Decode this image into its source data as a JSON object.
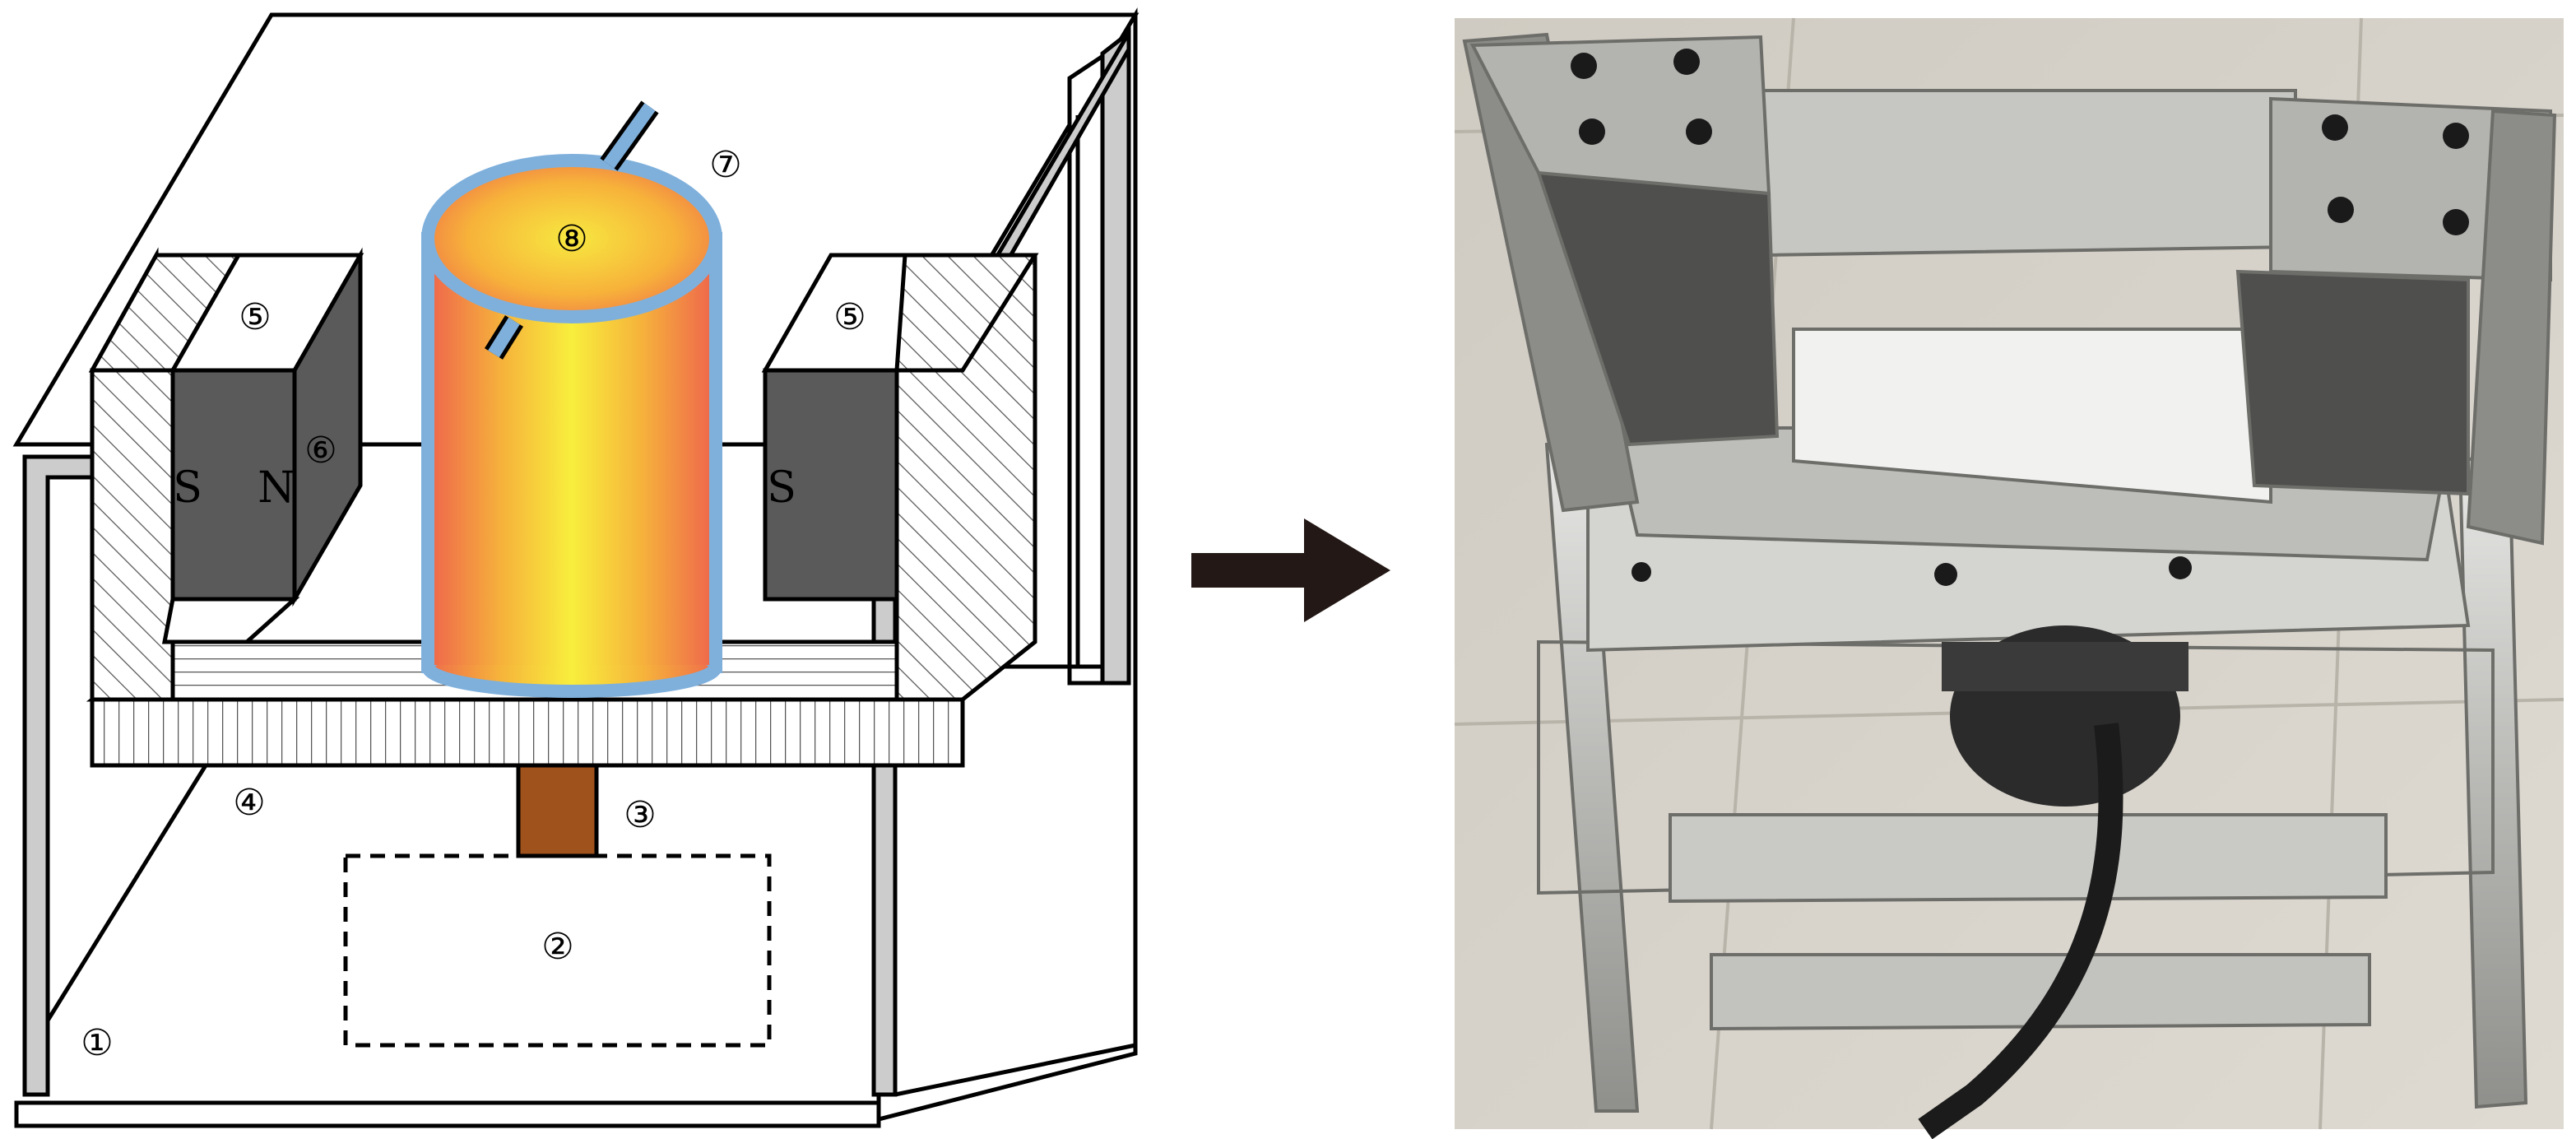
{
  "diagram": {
    "labels": {
      "l1": "①",
      "l2": "②",
      "l3": "③",
      "l4": "④",
      "l5a": "⑤",
      "l5b": "⑤",
      "l6": "⑥",
      "l7": "⑦",
      "l8": "⑧"
    },
    "poles": {
      "left_s": "S",
      "left_n": "N",
      "right_s": "S"
    }
  },
  "colors": {
    "outline": "#000000",
    "wall_fill": "#cccccc",
    "magnet_fill": "#5a5a5a",
    "rod_fill": "#a0521d",
    "tube_outline": "#7fb0dc",
    "arrow": "#231815",
    "photo_floor": "#d6d2c9"
  }
}
